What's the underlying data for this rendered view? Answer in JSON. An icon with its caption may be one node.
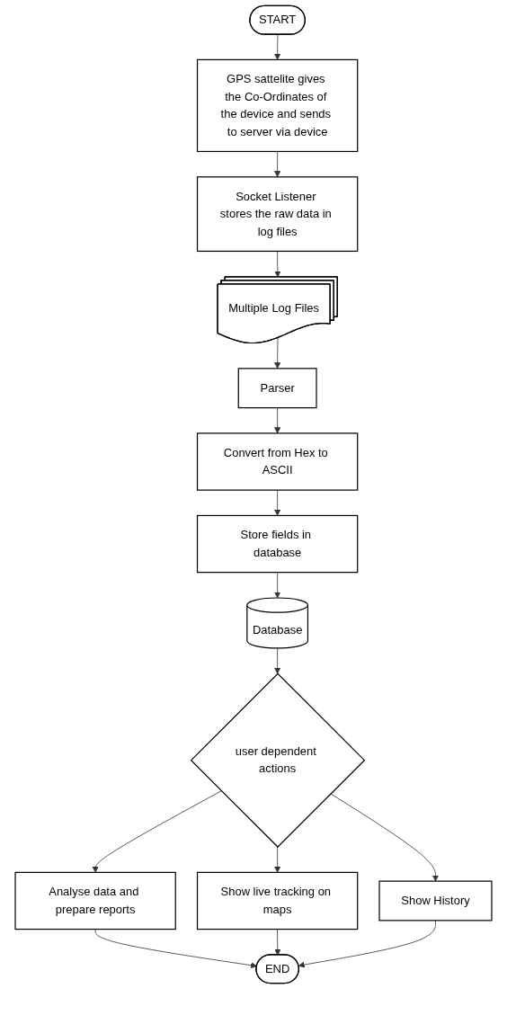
{
  "diagram": {
    "nodes": [
      {
        "text": [
          "START"
        ]
      },
      {
        "text": [
          "GPS sattelite gives the Co-Ordinates of the device and sends to server via device"
        ]
      },
      {
        "text": [
          "Socket Listener stores the raw data in log files"
        ]
      },
      {
        "text": [
          "Multiple Log Files"
        ]
      },
      {
        "text": [
          "Parser"
        ]
      },
      {
        "text": [
          "Convert from Hex to ASCII"
        ]
      },
      {
        "text": [
          "Store fields in database"
        ]
      },
      {
        "text": [
          "Database"
        ]
      },
      {
        "text": [
          "user dependent actions"
        ]
      },
      {
        "text": [
          "Analyse data and prepare reports"
        ]
      },
      {
        "text": [
          "Show live tracking on maps"
        ]
      },
      {
        "text": [
          "Show History"
        ]
      },
      {
        "text": [
          "END"
        ]
      }
    ],
    "edges": [
      {
        "from": 0,
        "to": 1,
        "arrow": "to"
      },
      {
        "from": 1,
        "to": 2,
        "arrow": "to"
      },
      {
        "from": 2,
        "to": 3,
        "arrow": "to"
      },
      {
        "from": 3,
        "to": 4,
        "arrow": "to"
      },
      {
        "from": 4,
        "to": 5,
        "arrow": "to"
      },
      {
        "from": 5,
        "to": 6,
        "arrow": "to"
      },
      {
        "from": 6,
        "to": 7,
        "arrow": "to"
      },
      {
        "from": 7,
        "to": 8,
        "arrow": "to"
      },
      {
        "from": 8,
        "to": 9,
        "arrow": "to"
      },
      {
        "from": 8,
        "to": 10,
        "arrow": "to"
      },
      {
        "from": 8,
        "to": 11,
        "arrow": "to"
      },
      {
        "from": 9,
        "to": 12,
        "arrow": "to"
      },
      {
        "from": 10,
        "to": 12,
        "arrow": "to"
      },
      {
        "from": 11,
        "to": 12,
        "arrow": "to"
      }
    ]
  }
}
